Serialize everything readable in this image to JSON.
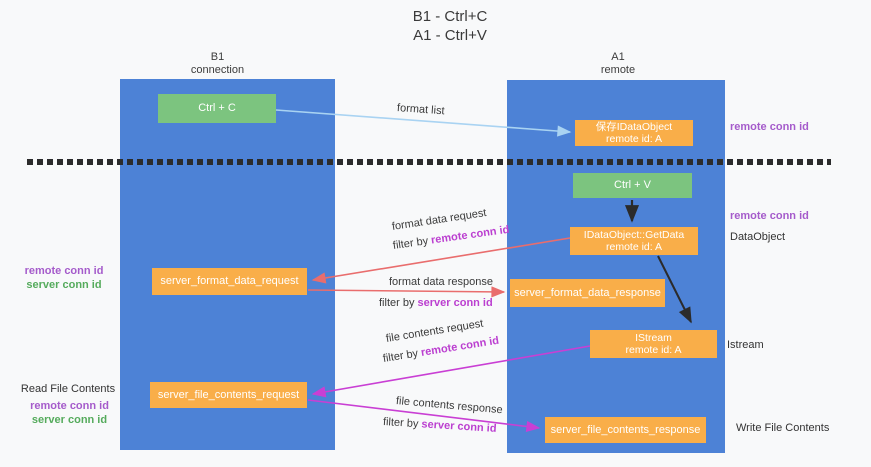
{
  "title": {
    "line1": "B1 - Ctrl+C",
    "line2": "A1 - Ctrl+V"
  },
  "columns": {
    "left": {
      "name": "B1",
      "role": "connection"
    },
    "right": {
      "name": "A1",
      "role": "remote"
    }
  },
  "nodes": {
    "ctrl_c": {
      "label": "Ctrl + C"
    },
    "save_dataobject": {
      "line1": "保存IDataObject",
      "line2": "remote id: A"
    },
    "ctrl_v": {
      "label": "Ctrl + V"
    },
    "getdata": {
      "line1": "IDataObject::GetData",
      "line2": "remote id: A"
    },
    "format_request": {
      "label": "server_format_data_request"
    },
    "format_response": {
      "label": "server_format_data_response"
    },
    "istream": {
      "line1": "IStream",
      "line2": "remote id: A"
    },
    "file_request": {
      "label": "server_file_contents_request"
    },
    "file_response": {
      "label": "server_file_contents_response"
    }
  },
  "edge_labels": {
    "format_list": "format list",
    "format_data_request": "format data request",
    "filter_remote_1": {
      "prefix": "filter by ",
      "highlight": "remote conn id"
    },
    "format_data_response": "format data response",
    "filter_server_1": {
      "prefix": "filter by ",
      "highlight": "server conn id"
    },
    "file_contents_request": "file contents request",
    "filter_remote_2": {
      "prefix": "filter by ",
      "highlight": "remote conn id"
    },
    "file_contents_response": "file contents response",
    "filter_server_2": {
      "prefix": "filter by ",
      "highlight": "server conn id"
    }
  },
  "side_labels": {
    "right_remote_conn_top": "remote conn id",
    "right_remote_conn_mid": "remote conn id",
    "dataobject": "DataObject",
    "istream": "Istream",
    "write_file": "Write File Contents",
    "left_remote_conn_mid": "remote conn id",
    "left_server_conn_mid": "server conn id",
    "read_file": "Read File Contents",
    "left_remote_conn_bottom": "remote conn id",
    "left_server_conn_bottom": "server conn id"
  },
  "colors": {
    "lane_blue": "#4d82d6",
    "box_orange": "#f9ae49",
    "box_green": "#7cc47f",
    "label_purple": "#a55bcb",
    "label_green": "#55ab5c",
    "highlight_purple": "#bb3fd0",
    "arrow_light_blue": "#a9d3f2",
    "arrow_red": "#e96d6d",
    "arrow_magenta": "#c93fd4",
    "arrow_black": "#2b2b2b",
    "background": "#f8f9fa"
  }
}
